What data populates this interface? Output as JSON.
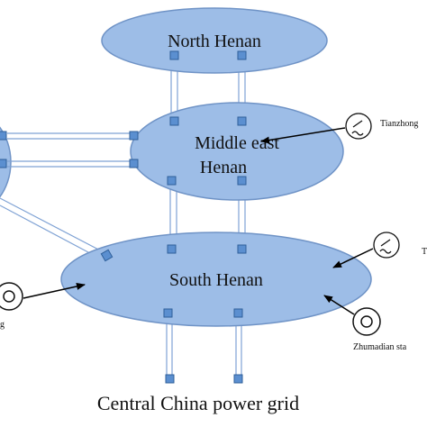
{
  "regions": {
    "north": "North Henan",
    "middle_line1": "Middle east",
    "middle_line2": "Henan",
    "south": "South Henan"
  },
  "stations": {
    "tianzhong": "Tianzhong",
    "zhumadian": "Zhumadian sta",
    "right_partial": "T",
    "left_partial": "g"
  },
  "caption": "Central China power grid",
  "colors": {
    "ellipse_fill": "#9dbde7",
    "ellipse_stroke": "#6f93c6",
    "node_fill": "#5b8fd0",
    "line": "#7fa2d4"
  }
}
